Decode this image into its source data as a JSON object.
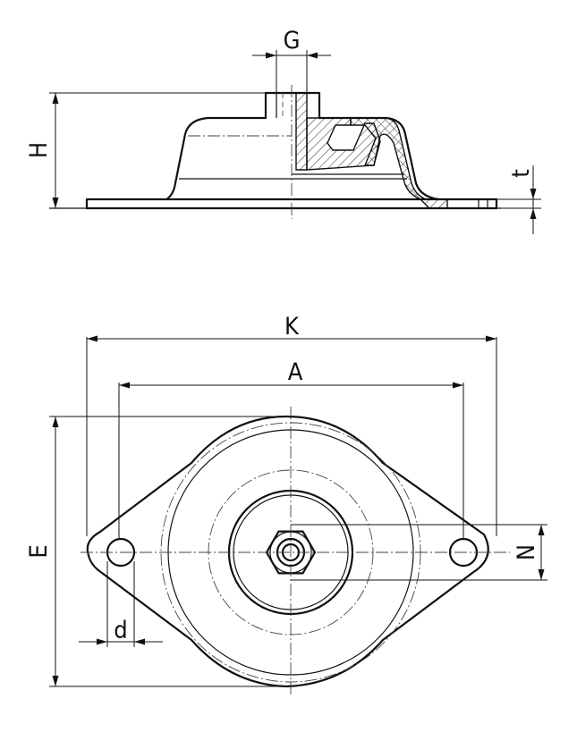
{
  "labels": {
    "G": "G",
    "H": "H",
    "t": "t",
    "K": "K",
    "A": "A",
    "E": "E",
    "N": "N",
    "d": "d"
  },
  "colors": {
    "line": "#111111",
    "background": "#ffffff"
  }
}
